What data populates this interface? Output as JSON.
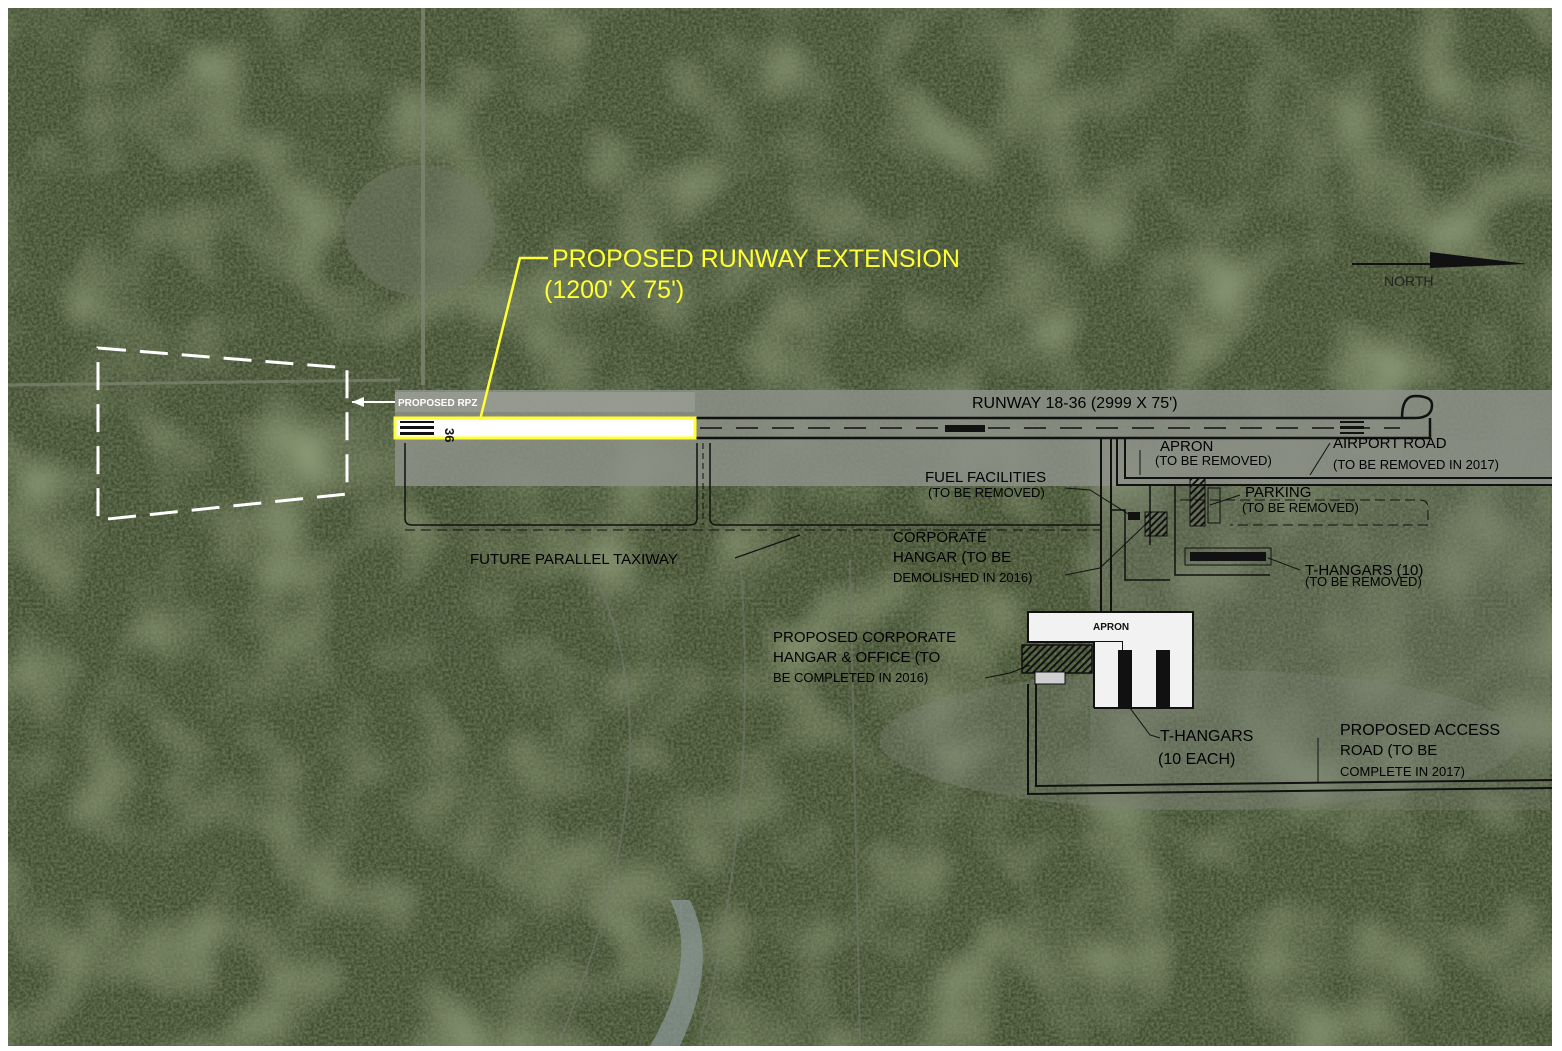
{
  "extension": {
    "title": "PROPOSED RUNWAY EXTENSION",
    "size": "(1200' X 75')"
  },
  "north_label": "NORTH",
  "runway": {
    "label": "RUNWAY 18-36 (2999 X 75')",
    "end_number": "36"
  },
  "rpz_label": "PROPOSED RPZ",
  "apron_old": {
    "line1": "APRON",
    "line2": "(TO BE REMOVED)"
  },
  "airport_road": {
    "line1": "AIRPORT ROAD",
    "line2": "(TO BE REMOVED IN 2017)"
  },
  "fuel": {
    "line1": "FUEL FACILITIES",
    "line2": "(TO BE REMOVED)"
  },
  "parking": {
    "line1": "PARKING",
    "line2": "(TO BE REMOVED)"
  },
  "corp_hangar": {
    "line1": "CORPORATE",
    "line2": "HANGAR (TO BE",
    "line3": "DEMOLISHED IN 2016)"
  },
  "taxiway_label": "FUTURE PARALLEL TAXIWAY",
  "t_hangars_old": {
    "line1": "T-HANGARS (10)",
    "line2": "(TO BE REMOVED)"
  },
  "apron_new": "APRON",
  "prop_corp": {
    "line1": "PROPOSED CORPORATE",
    "line2": "HANGAR & OFFICE (TO",
    "line3": "BE COMPLETED IN 2016)"
  },
  "t_hangars_new": {
    "line1": "T-HANGARS",
    "line2": "(10 EACH)"
  },
  "access_road": {
    "line1": "PROPOSED ACCESS",
    "line2": "ROAD (TO BE",
    "line3": "COMPLETE IN 2017)"
  },
  "colors": {
    "vegetation": "#3d4a2c",
    "pavement": "#8d9088",
    "highlight": "#ffff33",
    "apron": "#f2f2f2"
  }
}
